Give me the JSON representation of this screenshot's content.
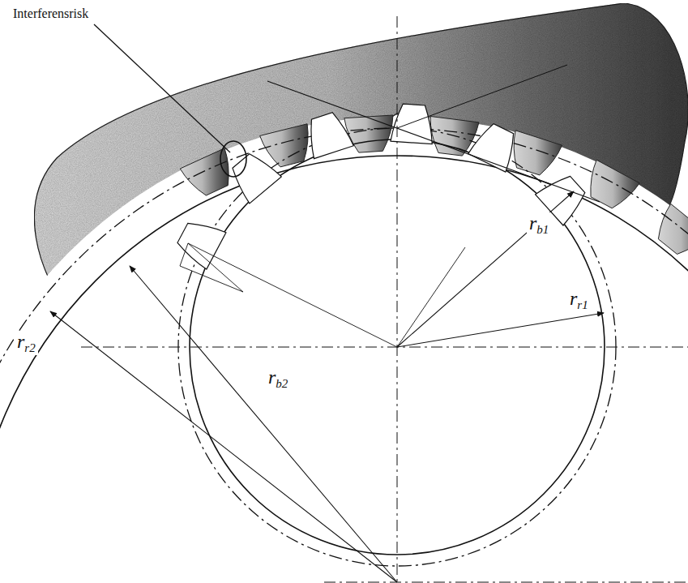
{
  "diagram": {
    "labels": [
      "Interferensrisk",
      "rb1",
      "rr1",
      "rr2",
      "rb2"
    ]
  }
}
